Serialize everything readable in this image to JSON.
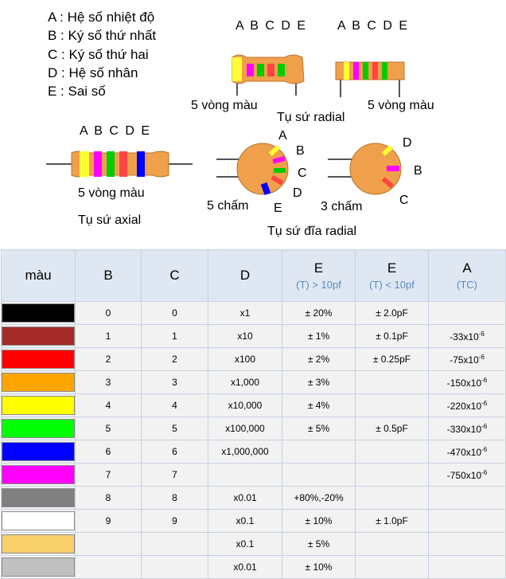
{
  "legend": [
    "A : Hệ số nhiệt độ",
    "B : Ký số thứ nhất",
    "C : Ký số thứ hai",
    "D : Hệ số nhân",
    "E : Sai số"
  ],
  "diagram": {
    "letters_abcde": "A B C D E",
    "five_bands": "5 vòng màu",
    "radial_caption": "Tụ sứ radial",
    "axial_caption": "Tụ sứ axial",
    "five_dots": "5 chấm",
    "three_dots": "3 chấm",
    "disc_caption": "Tụ sứ đĩa radial",
    "letter_a": "A",
    "letter_b": "B",
    "letter_c": "C",
    "letter_d": "D",
    "letter_e": "E"
  },
  "table": {
    "headers": {
      "color": "màu",
      "b": "B",
      "c": "C",
      "d": "D",
      "e1": "E",
      "e1_sub": "(T) > 10pf",
      "e2": "E",
      "e2_sub": "(T) < 10pf",
      "a": "A",
      "a_sub": "(TC)"
    },
    "rows": [
      {
        "color": "#000000",
        "b": "0",
        "c": "0",
        "d": "x1",
        "e1": "± 20%",
        "e2": "± 2.0pF",
        "a_base": "",
        "a_exp": ""
      },
      {
        "color": "#a52a2a",
        "b": "1",
        "c": "1",
        "d": "x10",
        "e1": "± 1%",
        "e2": "± 0.1pF",
        "a_base": "-33x10",
        "a_exp": "-6"
      },
      {
        "color": "#ff0000",
        "b": "2",
        "c": "2",
        "d": "x100",
        "e1": "± 2%",
        "e2": "± 0.25pF",
        "a_base": "-75x10",
        "a_exp": "-6"
      },
      {
        "color": "#ffa500",
        "b": "3",
        "c": "3",
        "d": "x1,000",
        "e1": "± 3%",
        "e2": "",
        "a_base": "-150x10",
        "a_exp": "-6"
      },
      {
        "color": "#ffff00",
        "b": "4",
        "c": "4",
        "d": "x10,000",
        "e1": "± 4%",
        "e2": "",
        "a_base": "-220x10",
        "a_exp": "-6"
      },
      {
        "color": "#00ff00",
        "b": "5",
        "c": "5",
        "d": "x100,000",
        "e1": "± 5%",
        "e2": "± 0.5pF",
        "a_base": "-330x10",
        "a_exp": "-6"
      },
      {
        "color": "#0000ff",
        "b": "6",
        "c": "6",
        "d": "x1,000,000",
        "e1": "",
        "e2": "",
        "a_base": "-470x10",
        "a_exp": "-6"
      },
      {
        "color": "#ff00ff",
        "b": "7",
        "c": "7",
        "d": "",
        "e1": "",
        "e2": "",
        "a_base": "-750x10",
        "a_exp": "-6"
      },
      {
        "color": "#808080",
        "b": "8",
        "c": "8",
        "d": "x0.01",
        "e1": "+80%,-20%",
        "e2": "",
        "a_base": "",
        "a_exp": ""
      },
      {
        "color": "#ffffff",
        "b": "9",
        "c": "9",
        "d": "x0.1",
        "e1": "± 10%",
        "e2": "± 1.0pF",
        "a_base": "",
        "a_exp": ""
      },
      {
        "color": "#f7d06a",
        "b": "",
        "c": "",
        "d": "x0.1",
        "e1": "± 5%",
        "e2": "",
        "a_base": "",
        "a_exp": ""
      },
      {
        "color": "#c0c0c0",
        "b": "",
        "c": "",
        "d": "x0.01",
        "e1": "± 10%",
        "e2": "",
        "a_base": "",
        "a_exp": ""
      }
    ]
  }
}
